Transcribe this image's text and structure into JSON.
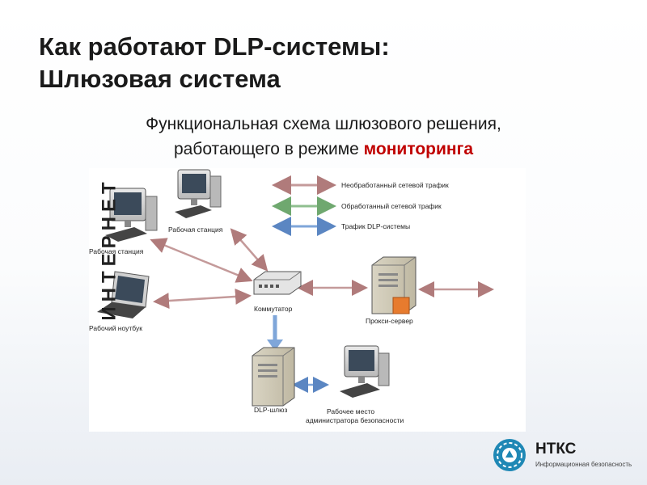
{
  "slide": {
    "title_line1": "Как работают DLP-системы:",
    "title_line2": "Шлюзовая система",
    "subtitle_line1": "Функциональная схема шлюзового решения,",
    "subtitle_line2_prefix": "работающего в режиме ",
    "subtitle_highlight": "мониторинга"
  },
  "diagram": {
    "legend": {
      "raw_traffic": "Необработанный сетевой трафик",
      "processed_traffic": "Обработанный сетевой трафик",
      "dlp_traffic": "Трафик DLP-системы"
    },
    "nodes": {
      "workstation_1": "Рабочая станция",
      "workstation_2": "Рабочая станция",
      "laptop": "Рабочий ноутбук",
      "switch": "Коммутатор",
      "proxy": "Прокси-сервер",
      "dlp_gateway": "DLP-шлюз",
      "admin_line1": "Рабочее место",
      "admin_line2": "администратора безопасности"
    },
    "internet_label": "ИНТЕРНЕТ",
    "colors": {
      "raw": "#c49a9a",
      "processed": "#8fbf8f",
      "dlp": "#7fa6d9"
    }
  },
  "logo": {
    "name": "НТКС",
    "tagline": "Информационная безопасность"
  }
}
